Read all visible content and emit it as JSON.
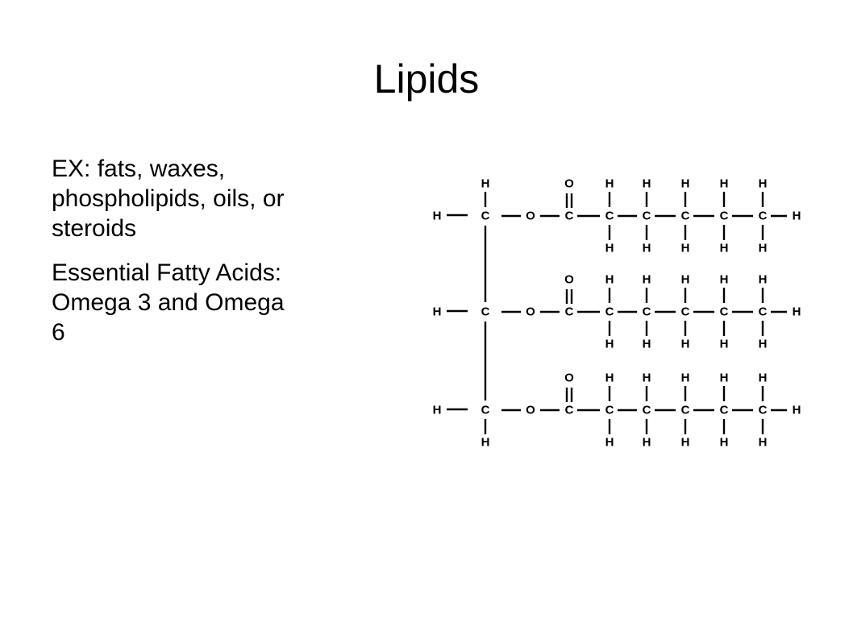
{
  "slide": {
    "title": "Lipids",
    "bullets": [
      {
        "lines": [
          "EX: fats, waxes,",
          "phospholipids, oils, or",
          "steroids"
        ]
      },
      {
        "lines": [
          "Essential Fatty Acids:",
          "Omega 3 and Omega",
          "6"
        ]
      }
    ]
  },
  "structure": {
    "atoms": {
      "hydrogen": "H",
      "carbon": "C",
      "oxygen": "O"
    },
    "rows": 3,
    "chain_carbons_per_row": 5
  }
}
